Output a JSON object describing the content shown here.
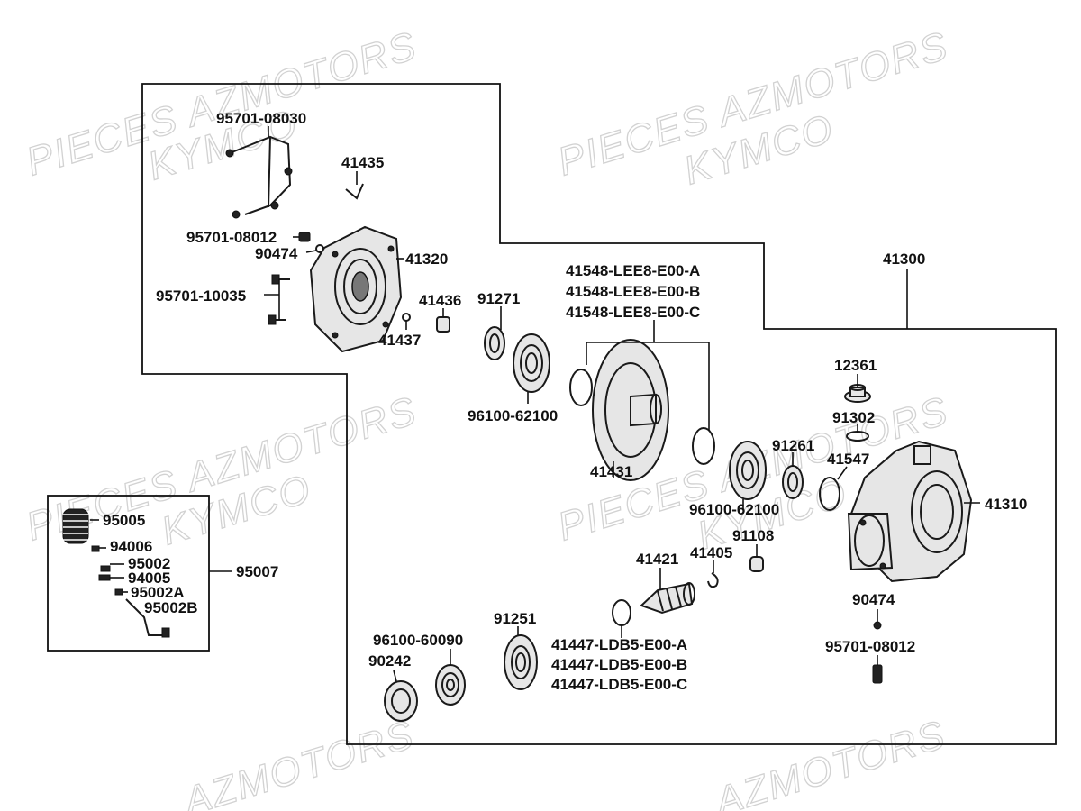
{
  "watermarks": [
    {
      "text": "PIECES AZMOTORS"
    },
    {
      "text": "KYMCO"
    },
    {
      "text": "PIECES AZMOTORS"
    },
    {
      "text": "KYMCO"
    },
    {
      "text": "PIECES AZMOTORS"
    },
    {
      "text": "KYMCO"
    },
    {
      "text": "PIECES AZMOTORS"
    },
    {
      "text": "KYMCO"
    },
    {
      "text": "AZMOTORS"
    },
    {
      "text": "AZMOTORS"
    }
  ],
  "labels": {
    "l_95701_08030": "95701-08030",
    "l_41435": "41435",
    "l_95701_08012_top": "95701-08012",
    "l_90474_top": "90474",
    "l_41320": "41320",
    "l_95701_10035": "95701-10035",
    "l_41436": "41436",
    "l_41437": "41437",
    "l_91271": "91271",
    "l_41548_a": "41548-LEE8-E00-A",
    "l_41548_b": "41548-LEE8-E00-B",
    "l_41548_c": "41548-LEE8-E00-C",
    "l_41300": "41300",
    "l_96100_62100_a": "96100-62100",
    "l_41431": "41431",
    "l_12361": "12361",
    "l_91302": "91302",
    "l_91261": "91261",
    "l_41547": "41547",
    "l_96100_62100_b": "96100-62100",
    "l_41310": "41310",
    "l_91108": "91108",
    "l_41405": "41405",
    "l_41421": "41421",
    "l_90474_bottom": "90474",
    "l_95701_08012_bottom": "95701-08012",
    "l_91251": "91251",
    "l_96100_60090": "96100-60090",
    "l_90242": "90242",
    "l_41447_a": "41447-LDB5-E00-A",
    "l_41447_b": "41447-LDB5-E00-B",
    "l_41447_c": "41447-LDB5-E00-C",
    "l_95005": "95005",
    "l_94006": "94006",
    "l_95002": "95002",
    "l_94005": "94005",
    "l_95002A": "95002A",
    "l_95002B": "95002B",
    "l_95007": "95007"
  }
}
